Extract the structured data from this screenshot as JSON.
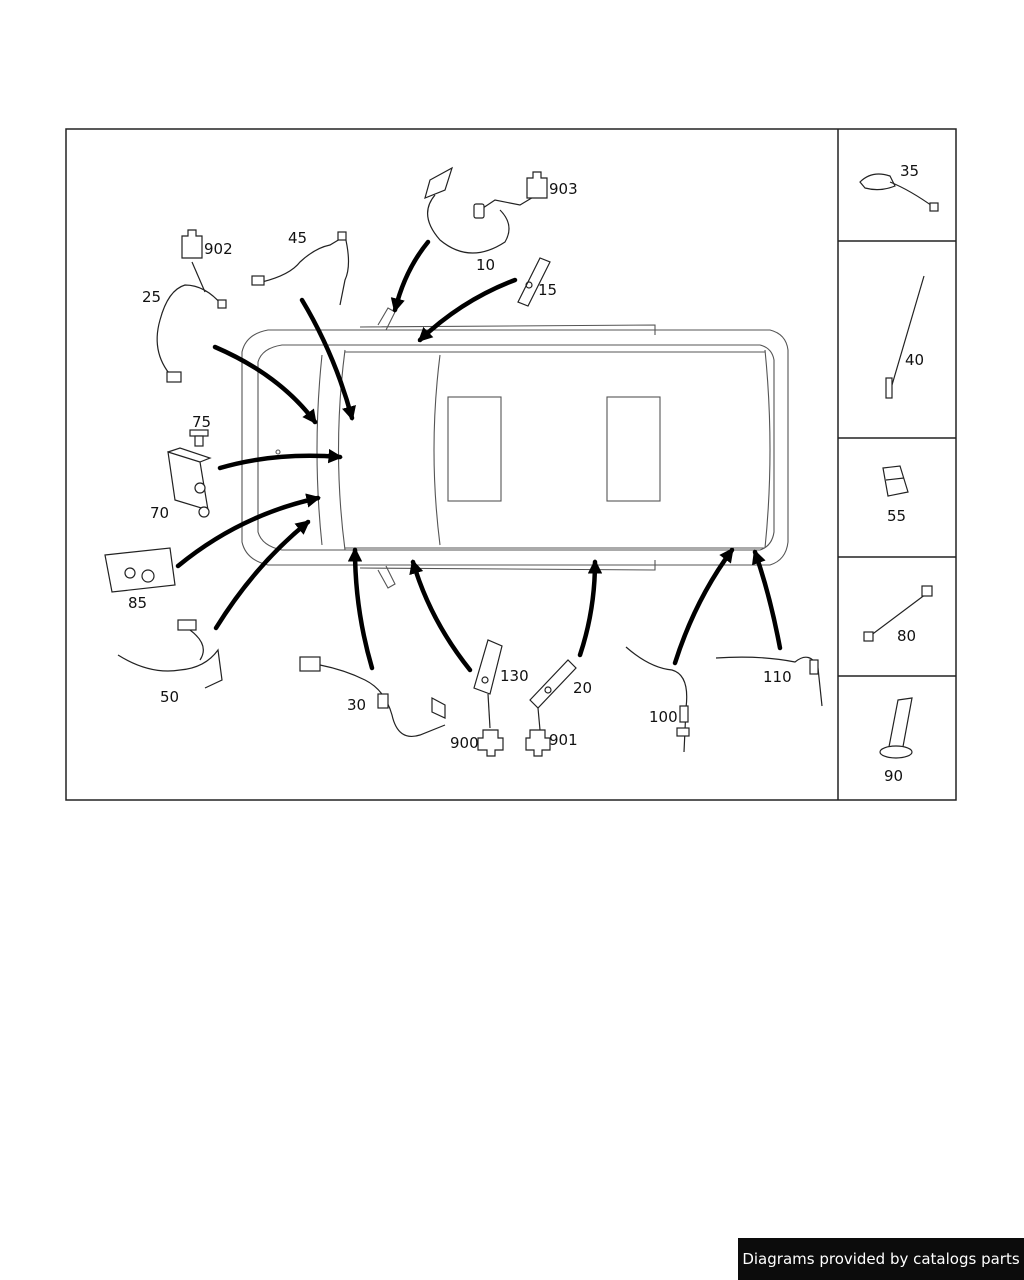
{
  "diagram": {
    "callouts": {
      "p10": "10",
      "p15": "15",
      "p20": "20",
      "p25": "25",
      "p30": "30",
      "p35": "35",
      "p40": "40",
      "p45": "45",
      "p50": "50",
      "p55": "55",
      "p70": "70",
      "p75": "75",
      "p80": "80",
      "p85": "85",
      "p90": "90",
      "p100": "100",
      "p110": "110",
      "p130": "130",
      "p900": "900",
      "p901": "901",
      "p902": "902",
      "p903": "903"
    }
  },
  "footer": {
    "text": "Diagrams provided by catalogs parts"
  },
  "colors": {
    "ink": "#111111",
    "footer_bg": "#0c0c0c",
    "footer_text": "#ffffff"
  }
}
